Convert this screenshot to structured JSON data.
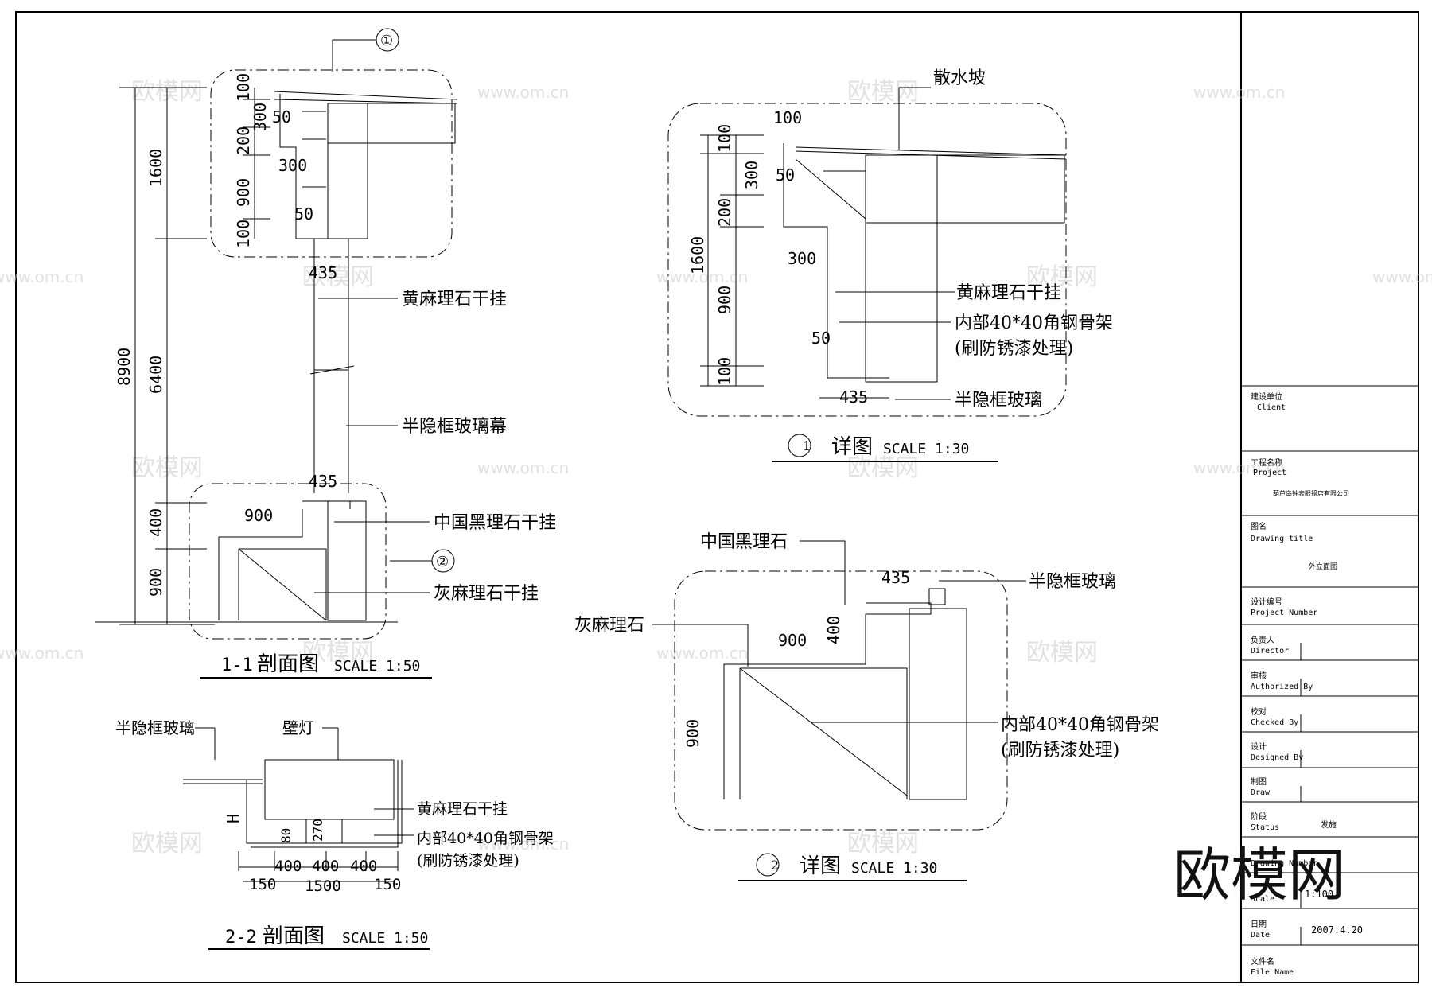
{
  "section_1_1": {
    "title": "1-1",
    "title_cn": "剖面图",
    "scale": "SCALE 1:50",
    "dims_vertical": [
      "8900",
      "1600",
      "6400",
      "400",
      "900"
    ],
    "dims_upper": [
      "100",
      "300",
      "50",
      "200",
      "300",
      "900",
      "50",
      "100",
      "435"
    ],
    "dims_lower": [
      "435",
      "900"
    ],
    "callout_1": "①",
    "callout_2": "②",
    "label_huangma": "黄麻理石干挂",
    "label_curtain": "半隐框玻璃幕",
    "label_black": "中国黑理石干挂",
    "label_grey": "灰麻理石干挂"
  },
  "section_2_2": {
    "title": "2-2",
    "title_cn": "剖面图",
    "scale": "SCALE 1:50",
    "label_glass": "半隐框玻璃",
    "label_lamp": "壁灯",
    "label_huangma": "黄麻理石干挂",
    "label_frame": "内部40*40角钢骨架",
    "label_frame2": "(刷防锈漆处理)",
    "dims": [
      "H",
      "80",
      "270",
      "400",
      "400",
      "400",
      "150",
      "1500",
      "150"
    ]
  },
  "detail_1": {
    "num": "1",
    "title": "详图",
    "scale": "SCALE 1:30",
    "label_slope": "散水坡",
    "label_huangma": "黄麻理石干挂",
    "label_frame": "内部40*40角钢骨架",
    "label_frame2": "(刷防锈漆处理)",
    "label_glass": "半隐框玻璃",
    "dims": [
      "100",
      "100",
      "300",
      "50",
      "200",
      "1600",
      "300",
      "900",
      "50",
      "100",
      "435"
    ]
  },
  "detail_2": {
    "num": "2",
    "title": "详图",
    "scale": "SCALE 1:30",
    "label_black": "中国黑理石",
    "label_glass": "半隐框玻璃",
    "label_grey": "灰麻理石",
    "label_frame": "内部40*40角钢骨架",
    "label_frame2": "(刷防锈漆处理)",
    "dims": [
      "435",
      "900",
      "400",
      "900"
    ]
  },
  "title_block": {
    "client_cn": "建设单位",
    "client_en": "Client",
    "project_cn": "工程名称",
    "project_en": "Project",
    "project_value": "葫芦岛钟表眼镜店有限公司",
    "drawing_cn": "图名",
    "drawing_en": "Drawing  title",
    "drawing_value": "外立面图",
    "projno_cn": "设计编号",
    "projno_en": "Project  Number",
    "director_cn": "负责人",
    "director_en": "Director",
    "auth_cn": "审核",
    "auth_en": "Authorized By",
    "checked_cn": "校对",
    "checked_en": "Checked  By",
    "designed_cn": "设计",
    "designed_en": "Designed  By",
    "draw_cn": "制图",
    "draw_en": "Draw",
    "status_cn": "阶段",
    "status_en": "Status",
    "status_value": "发施",
    "drawno_en": "Drawing Number",
    "scale_en": "Scale",
    "scale_value": "1:100",
    "date_cn": "日期",
    "date_en": "Date",
    "date_value": "2007.4.20",
    "file_cn": "文件名",
    "file_en": "File Name"
  },
  "watermark": {
    "logo_big": "欧模网",
    "small_cn": "欧模网",
    "small_url": "www.om.cn"
  }
}
